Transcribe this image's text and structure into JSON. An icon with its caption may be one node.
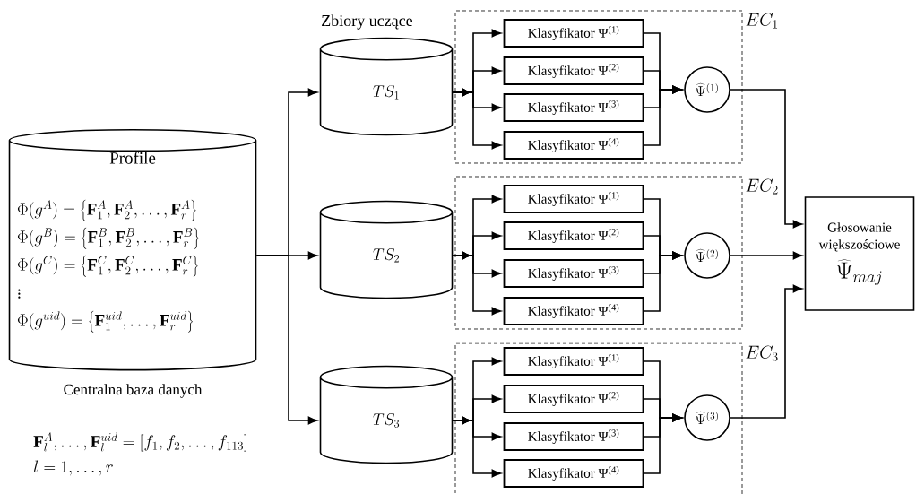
{
  "diagram": {
    "nodes": [
      {
        "text": [
          "Profile",
          "\\Phi(g^{A}) = \\left\\{\\mathbf{F}_1^{A}, \\mathbf{F}_2^{A}, \\ldots, \\mathbf{F}_r^{A}\\right\\}",
          "\\Phi(g^{B}) = \\left\\{\\mathbf{F}_1^{B}, \\mathbf{F}_2^{B}, \\ldots, \\mathbf{F}_r^{B}\\right\\}",
          "\\Phi(g^{C}) = \\left\\{\\mathbf{F}_1^{C}, \\mathbf{F}_2^{C}, \\ldots, \\mathbf{F}_r^{C}\\right\\}",
          "\\vdots",
          "\\Phi(g^{uid}) = \\left\\{\\mathbf{F}_1^{uid}, \\ldots, \\mathbf{F}_r^{uid}\\right\\}"
        ],
        "beside": [
          "Centralna baza danych"
        ]
      },
      {
        "text": [
          "TS_1"
        ]
      },
      {
        "text": [
          "TS_2"
        ]
      },
      {
        "text": [
          "TS_3"
        ]
      },
      {
        "text": [
          "EC_1"
        ]
      },
      {
        "text": [
          "Klasyfikator Ψ$^{(1)}$"
        ],
        "in": 4
      },
      {
        "text": [
          "Klasyfikator Ψ$^{(2)}$"
        ],
        "in": 4
      },
      {
        "text": [
          "Klasyfikator Ψ$^{(3)}$"
        ],
        "in": 4
      },
      {
        "text": [
          "Klasyfikator Ψ$^{(4)}$"
        ],
        "in": 4
      },
      {
        "text": [
          "\\widehat{\\Psi}^{(1)}"
        ],
        "in": 4
      },
      {
        "text": [
          "EC_2"
        ]
      },
      {
        "text": [
          "Klasyfikator Ψ$^{(1)}$"
        ],
        "in": 10
      },
      {
        "text": [
          "Klasyfikator Ψ$^{(2)}$"
        ],
        "in": 10
      },
      {
        "text": [
          "Klasyfikator Ψ$^{(3)}$"
        ],
        "in": 10
      },
      {
        "text": [
          "Klasyfikator Ψ$^{(4)}$"
        ],
        "in": 10
      },
      {
        "text": [
          "\\widehat{\\Psi}^{(2)}"
        ],
        "in": 10
      },
      {
        "text": [
          "EC_3"
        ]
      },
      {
        "text": [
          "Klasyfikator Ψ$^{(1)}$"
        ],
        "in": 16
      },
      {
        "text": [
          "Klasyfikator Ψ$^{(2)}$"
        ],
        "in": 16
      },
      {
        "text": [
          "Klasyfikator Ψ$^{(3)}$"
        ],
        "in": 16
      },
      {
        "text": [
          "Klasyfikator Ψ$^{(4)}$"
        ],
        "in": 16
      },
      {
        "text": [
          "\\widehat{\\Psi}^{(3)}"
        ],
        "in": 16
      },
      {
        "text": [
          "Głosowanie większościowe",
          "\\widehat{\\Psi}_{maj}"
        ]
      }
    ],
    "edges": [
      {
        "from": 0,
        "to": 1,
        "arrow": "to"
      },
      {
        "from": 0,
        "to": 2,
        "arrow": "to"
      },
      {
        "from": 0,
        "to": 3,
        "arrow": "to"
      },
      {
        "from": 1,
        "to": 5,
        "arrow": "to"
      },
      {
        "from": 1,
        "to": 6,
        "arrow": "to"
      },
      {
        "from": 1,
        "to": 7,
        "arrow": "to"
      },
      {
        "from": 1,
        "to": 8,
        "arrow": "to"
      },
      {
        "from": 2,
        "to": 11,
        "arrow": "to"
      },
      {
        "from": 2,
        "to": 12,
        "arrow": "to"
      },
      {
        "from": 2,
        "to": 13,
        "arrow": "to"
      },
      {
        "from": 2,
        "to": 14,
        "arrow": "to"
      },
      {
        "from": 3,
        "to": 17,
        "arrow": "to"
      },
      {
        "from": 3,
        "to": 18,
        "arrow": "to"
      },
      {
        "from": 3,
        "to": 19,
        "arrow": "to"
      },
      {
        "from": 3,
        "to": 20,
        "arrow": "to"
      },
      {
        "from": 5,
        "to": 9,
        "arrow": "to"
      },
      {
        "from": 6,
        "to": 9,
        "arrow": "to"
      },
      {
        "from": 7,
        "to": 9,
        "arrow": "to"
      },
      {
        "from": 8,
        "to": 9,
        "arrow": "to"
      },
      {
        "from": 11,
        "to": 15,
        "arrow": "to"
      },
      {
        "from": 12,
        "to": 15,
        "arrow": "to"
      },
      {
        "from": 13,
        "to": 15,
        "arrow": "to"
      },
      {
        "from": 14,
        "to": 15,
        "arrow": "to"
      },
      {
        "from": 17,
        "to": 21,
        "arrow": "to"
      },
      {
        "from": 18,
        "to": 21,
        "arrow": "to"
      },
      {
        "from": 19,
        "to": 21,
        "arrow": "to"
      },
      {
        "from": 20,
        "to": 21,
        "arrow": "to"
      },
      {
        "from": 9,
        "to": 22,
        "arrow": "to"
      },
      {
        "from": 15,
        "to": 22,
        "arrow": "to"
      },
      {
        "from": 21,
        "to": 22,
        "arrow": "to"
      }
    ],
    "labels": [
      "Zbiory uczące",
      "\\mathbf{F}_l^{A}, \\ldots, \\mathbf{F}_l^{uid} = [f_1, f_2, \\ldots, f_{113}]",
      "l = 1, \\ldots, r"
    ]
  }
}
